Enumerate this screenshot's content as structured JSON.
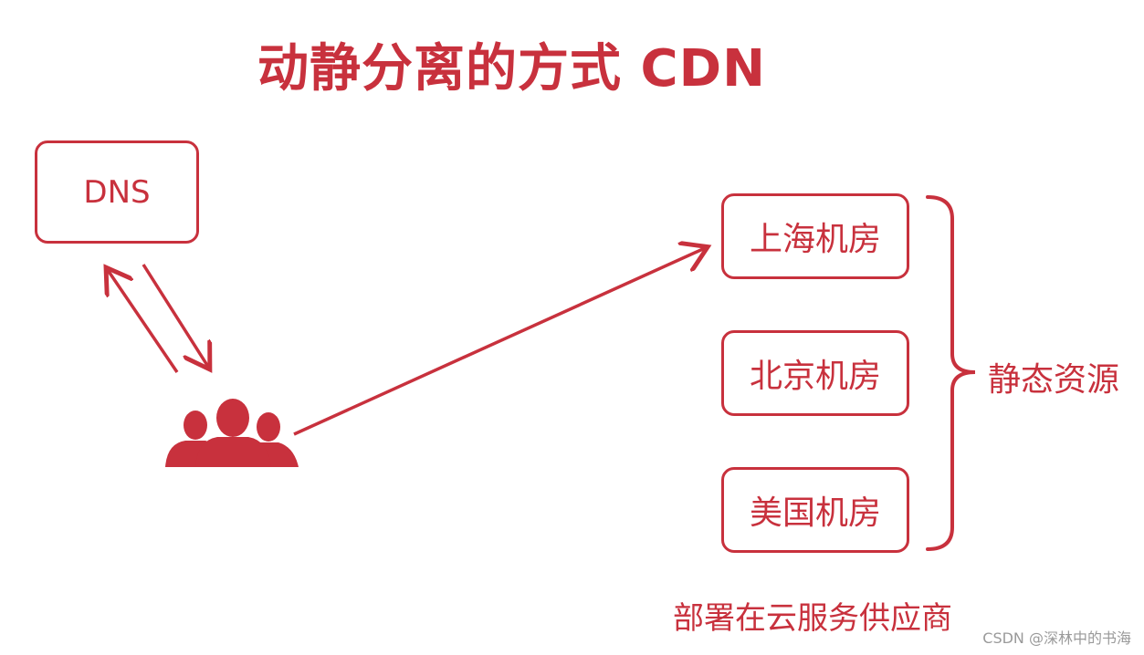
{
  "title": "动静分离的方式 CDN",
  "dns": {
    "label": "DNS"
  },
  "datacenters": [
    {
      "label": "上海机房"
    },
    {
      "label": "北京机房"
    },
    {
      "label": "美国机房"
    }
  ],
  "static_resources_label": "静态资源",
  "deploy_label": "部署在云服务供应商",
  "watermark": "CSDN @深林中的书海",
  "users_icon": "users-group-icon",
  "colors": {
    "accent": "#c8313d",
    "watermark": "#9a9a9a"
  }
}
